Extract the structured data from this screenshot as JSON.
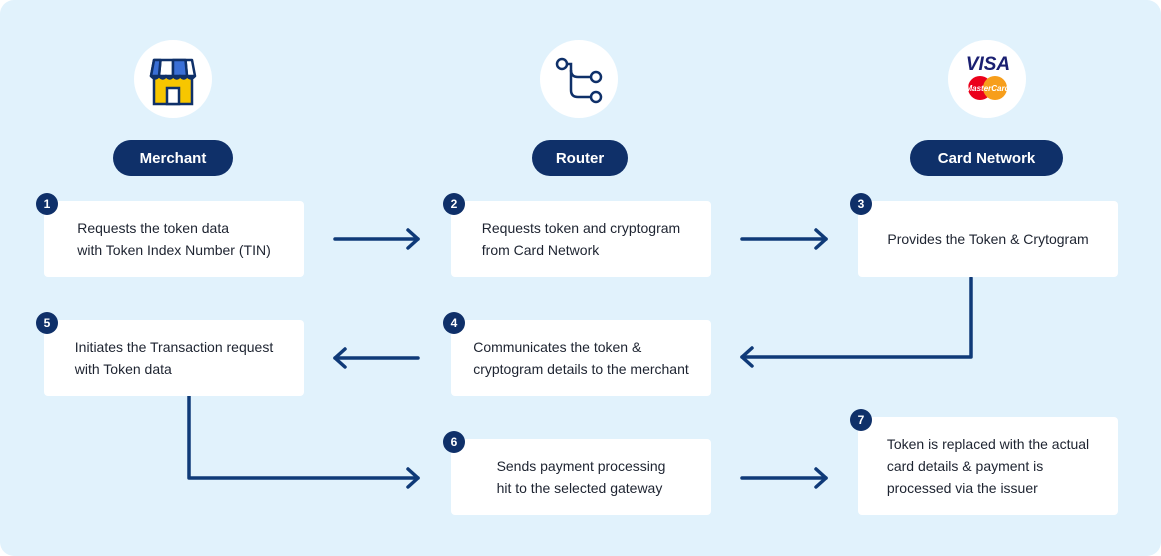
{
  "columns": [
    {
      "title": "Merchant",
      "icon": "storefront-icon"
    },
    {
      "title": "Router",
      "icon": "router-branch-icon"
    },
    {
      "title": "Card Network",
      "icon": "visa-mastercard-logo"
    }
  ],
  "steps": [
    {
      "number": "1",
      "text": "Requests the token data\nwith Token Index Number (TIN)"
    },
    {
      "number": "2",
      "text": "Requests token and cryptogram\nfrom Card Network"
    },
    {
      "number": "3",
      "text": "Provides the Token & Crytogram"
    },
    {
      "number": "4",
      "text": "Communicates the token &\ncryptogram details to the merchant"
    },
    {
      "number": "5",
      "text": "Initiates the Transaction request\nwith Token data"
    },
    {
      "number": "6",
      "text": "Sends payment processing\nhit to the selected gateway"
    },
    {
      "number": "7",
      "text": "Token is replaced with the actual\ncard details & payment is\nprocessed via the issuer"
    }
  ],
  "logo": {
    "visa": "VISA",
    "mastercard": "MasterCard"
  },
  "colors": {
    "background": "#e1f2fc",
    "navy": "#0f3069",
    "arrow": "#0f3a78",
    "awning_blue": "#3a6fd6",
    "shop_yellow": "#f7c600",
    "mc_red": "#eb001b",
    "mc_orange": "#f79e1b",
    "visa_blue": "#1a1f71"
  }
}
